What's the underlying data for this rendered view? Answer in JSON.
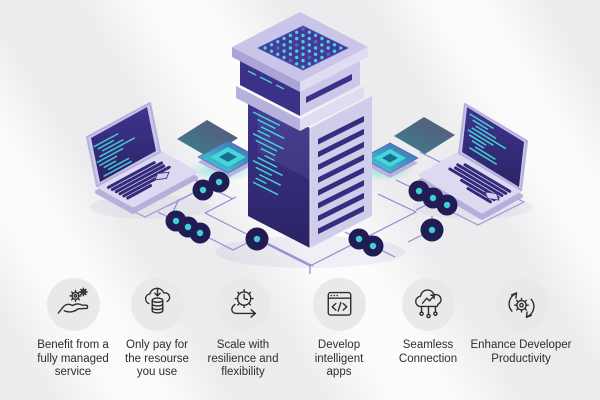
{
  "features": [
    {
      "icon": "managed-service-icon",
      "label": "Benefit from a fully managed service"
    },
    {
      "icon": "pay-per-use-icon",
      "label": "Only pay for the resourse you use"
    },
    {
      "icon": "scale-resilience-icon",
      "label": "Scale with resilience and flexibility"
    },
    {
      "icon": "develop-apps-icon",
      "label": "Develop intelligent apps"
    },
    {
      "icon": "seamless-connection-icon",
      "label": "Seamless Connection"
    },
    {
      "icon": "developer-productivity-icon",
      "label": "Enhance Developer Productivity"
    }
  ],
  "illustration": {
    "elements": [
      "server-tower",
      "laptop-left",
      "laptop-right",
      "chip-left",
      "chip-right",
      "network-nodes",
      "circuit-lines"
    ]
  },
  "colors": {
    "background": "#ececee",
    "indigo_dark": "#352c7e",
    "lavender": "#cfccec",
    "accent_teal": "#3fd0d4",
    "node_navy": "#221c55",
    "line_purple": "#918ad2",
    "icon_circle_bg": "#e9e9eb",
    "icon_stroke": "#2e2e2e",
    "text": "#2d2d2d"
  }
}
